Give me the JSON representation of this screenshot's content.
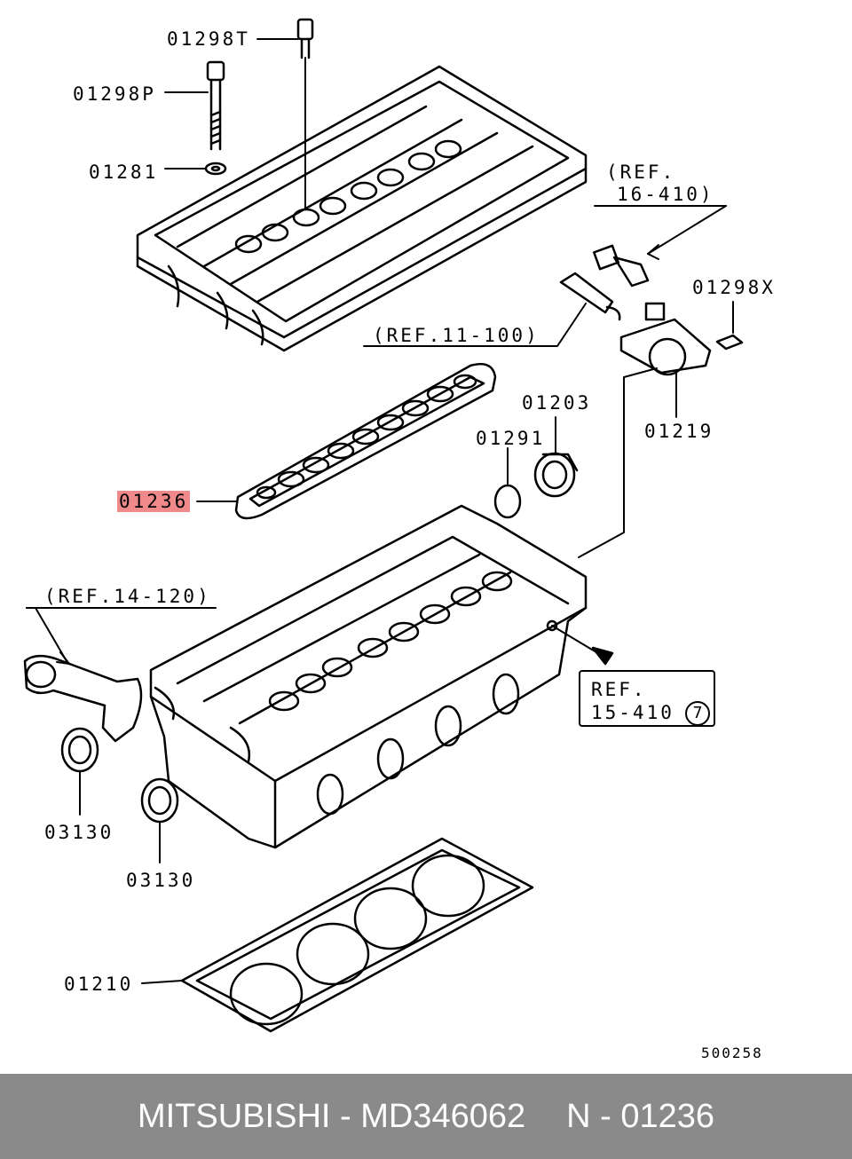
{
  "labels": {
    "p01298T": "01298T",
    "p01298P": "01298P",
    "p01281": "01281",
    "ref16_l1": "(REF.",
    "ref16_l2": "16-410)",
    "p01298X": "01298X",
    "ref11": "(REF.11-100)",
    "p01203": "01203",
    "p01291": "01291",
    "p01219": "01219",
    "p01236": "01236",
    "ref14": "(REF.14-120)",
    "p03130a": "03130",
    "p03130b": "03130",
    "p01210": "01210",
    "diagram_no": "500258"
  },
  "ref_box": {
    "line1": "REF.",
    "line2": "15-410",
    "circled": "7"
  },
  "footer": {
    "brand": "MITSUBISHI - MD346062",
    "part": "N - 01236"
  },
  "colors": {
    "highlight": "#f08a8a",
    "footer_bg": "#8a8a8a",
    "ink": "#000000"
  }
}
